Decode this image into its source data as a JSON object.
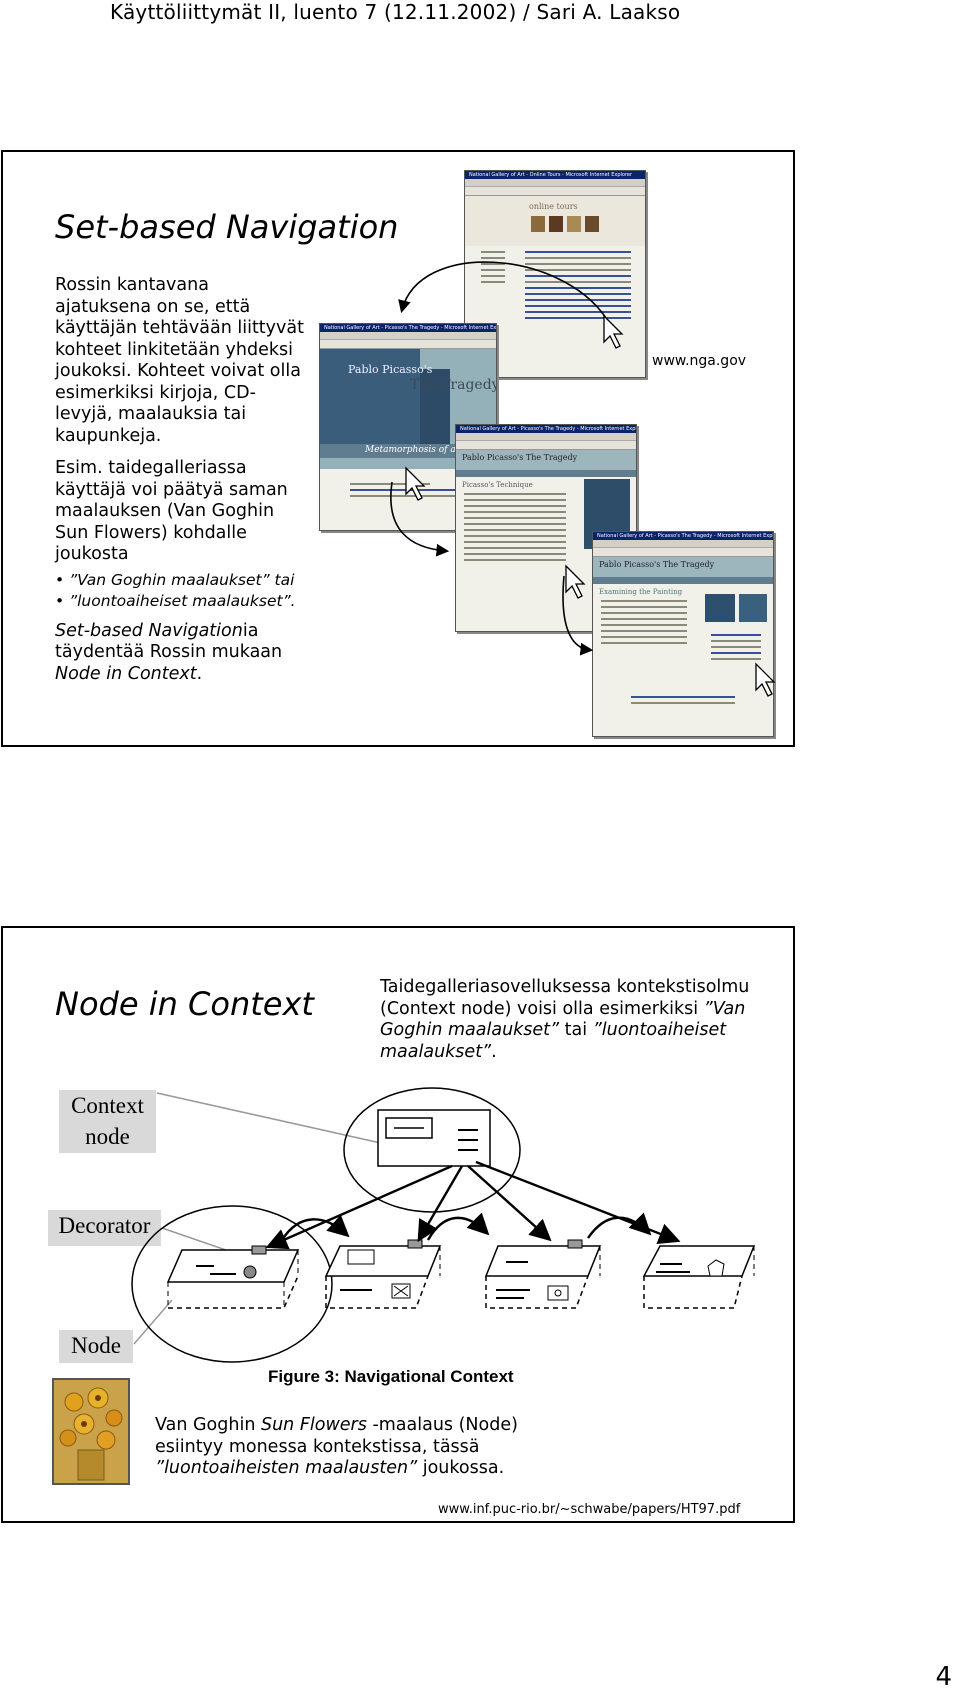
{
  "header": {
    "text": "Käyttöliittymät II, luento 7 (12.11.2002) / Sari A. Laakso"
  },
  "page_number": "4",
  "slide1": {
    "title": "Set-based Navigation",
    "para1": "Rossin kantavana ajatuksena on se, että käyttäjän tehtävään liittyvät kohteet linkitetään yhdeksi joukoksi. Kohteet voivat olla esimerkiksi kirjoja, CD-levyjä, maalauksia tai kaupunkeja.",
    "para2": "Esim. taidegalleriassa käyttäjä voi päätyä saman maalauksen (Van Goghin Sun Flowers) kohdalle joukosta",
    "bullets": [
      "”Van Goghin maalaukset” tai",
      "”luontoaiheiset maalaukset”."
    ],
    "bullet_tails": [
      "tai",
      "."
    ],
    "para3_italic1": "Set-based Navigation",
    "para3_rest1": "ia täydentää Rossin mukaan ",
    "para3_italic2": "Node in Context",
    "para3_rest2": ".",
    "source_label": "www.nga.gov",
    "screenshots": {
      "win1_title": "National Gallery of Art - Online Tours - Microsoft Internet Explorer",
      "win1_banner": "online tours",
      "win2_title": "National Gallery of Art - Picasso's The Tragedy - Microsoft Internet Explorer",
      "win2_banner1": "Pablo Picasso's",
      "win2_banner2": "The Tragedy",
      "win2_sub": "Metamorphosis of a Painting",
      "win3_title": "National Gallery of Art - Picasso's The Tragedy - Microsoft Internet Explorer",
      "win3_banner": "Pablo Picasso's The Tragedy",
      "win3_heading": "Picasso's Technique",
      "win4_title": "National Gallery of Art - Picasso's The Tragedy - Microsoft Internet Explorer",
      "win4_banner": "Pablo Picasso's The Tragedy",
      "win4_heading": "Examining the Painting"
    }
  },
  "slide2": {
    "title": "Node in Context",
    "desc_plain1": "Taidegalleriasovelluksessa kontekstisolmu (Context node) voisi olla esimerkiksi ",
    "desc_italic1": "”Van Goghin maalaukset”",
    "desc_plain2": " tai ",
    "desc_italic2": "”luontoaiheiset maalaukset”",
    "desc_plain3": ".",
    "label_context_line1": "Context",
    "label_context_line2": "node",
    "label_decorator": "Decorator",
    "label_node": "Node",
    "figure_caption": "Figure 3: Navigational Context",
    "caption_plain1": "Van Goghin ",
    "caption_italic1": "Sun Flowers",
    "caption_plain2": " -maalaus (Node) esiintyy monessa kontekstissa, tässä ",
    "caption_italic2": "”luontoaiheisten maalausten”",
    "caption_plain3": " joukossa.",
    "source_url": "www.inf.puc-rio.br/~schwabe/papers/HT97.pdf"
  }
}
